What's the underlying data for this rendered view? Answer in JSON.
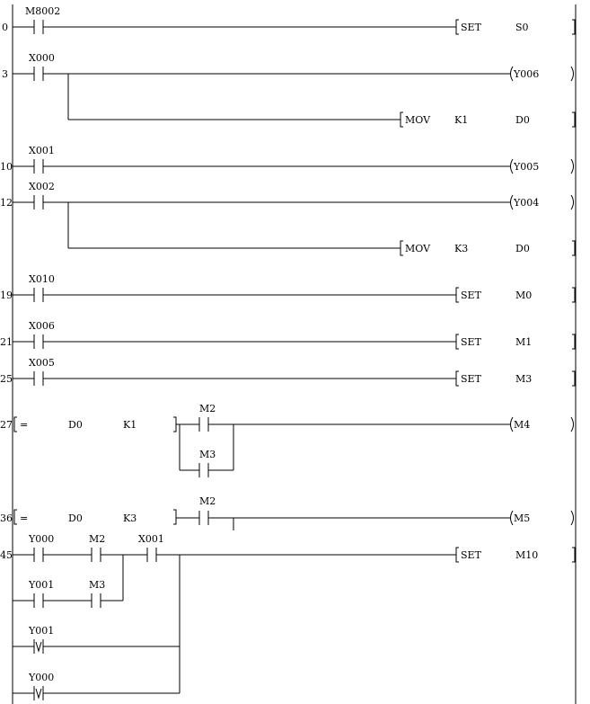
{
  "step_numbers": [
    "0",
    "3",
    "10",
    "12",
    "19",
    "21",
    "25",
    "27",
    "36",
    "45"
  ],
  "contact_labels": [
    "M8002",
    "X000",
    "X001",
    "X002",
    "X010",
    "X006",
    "X005",
    "M2",
    "M3",
    "M2",
    "Y000",
    "M2",
    "X001",
    "Y001",
    "M3",
    "Y001",
    "Y000"
  ],
  "instructions": [
    {
      "op": "SET",
      "operand1": "S0"
    },
    {
      "op": "MOV",
      "operand1": "K1",
      "operand2": "D0"
    },
    {
      "op": "MOV",
      "operand1": "K3",
      "operand2": "D0"
    },
    {
      "op": "SET",
      "operand1": "M0"
    },
    {
      "op": "SET",
      "operand1": "M1"
    },
    {
      "op": "SET",
      "operand1": "M3"
    },
    {
      "op": "SET",
      "operand1": "M10"
    }
  ],
  "coils": [
    "Y006",
    "Y005",
    "Y004",
    "M4",
    "M5"
  ],
  "compare_blocks": [
    {
      "op": "=",
      "operand1": "D0",
      "operand2": "K1"
    },
    {
      "op": "=",
      "operand1": "D0",
      "operand2": "K3"
    }
  ]
}
